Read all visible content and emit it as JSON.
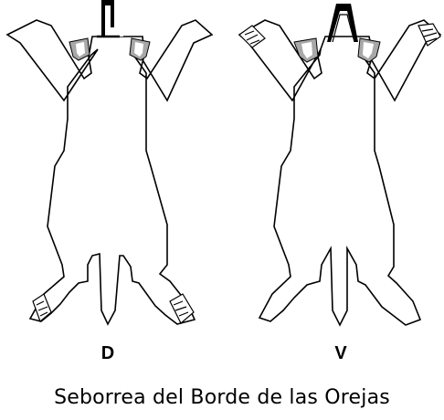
{
  "views": [
    {
      "label": "D"
    },
    {
      "label": "V"
    }
  ],
  "caption": "Seborrea del Borde de las Orejas"
}
